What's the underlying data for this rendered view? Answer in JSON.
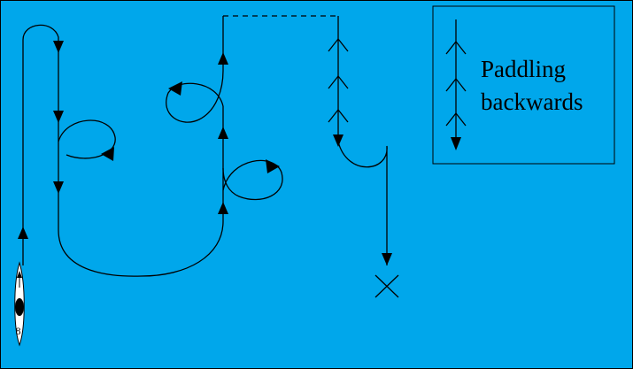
{
  "diagram": {
    "background_color": "#00a7eb",
    "line_color": "#000000",
    "legend": {
      "line1": "Paddling",
      "line2": "backwards",
      "icon": "backwards-arrow-icon"
    },
    "boat": {
      "number": "8",
      "icon": "kayak-icon"
    },
    "end_marker": "x-mark-icon"
  }
}
